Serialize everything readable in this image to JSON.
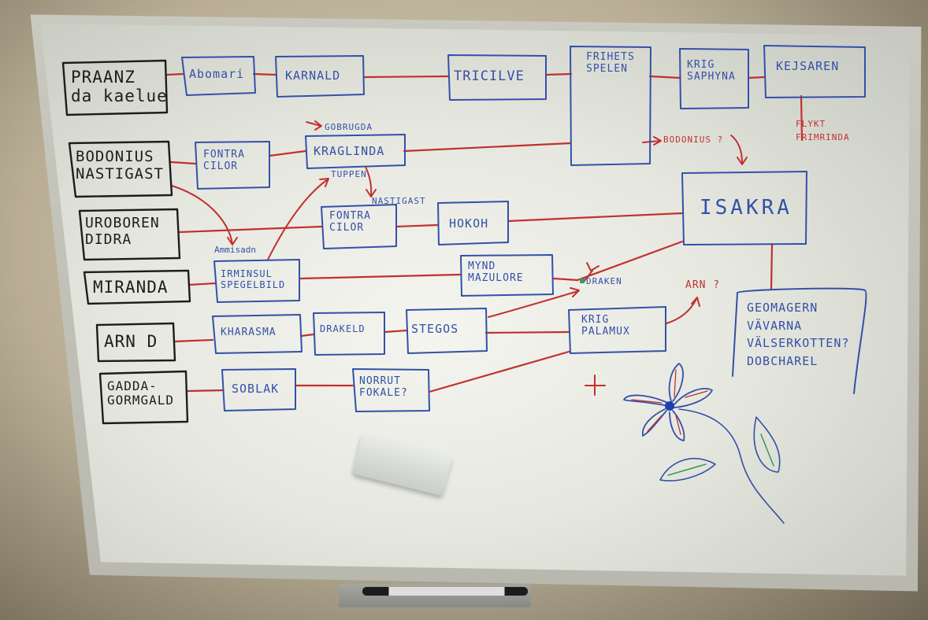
{
  "boxes": {
    "praanz": "PRAANZ\nda kaelue",
    "bodonius": "BODONIUS\nNASTIGAST",
    "uroboren": "UROBOREN\nDIDRA",
    "miranda": "MIRANDA",
    "arnd": "ARN D",
    "gadda": "GADDA-\nGORMGALD",
    "abomari": "Abomari",
    "karnald": "KARNALD",
    "tricilve": "TRICILVE",
    "frihets": "FRIHETS\nSPELEN",
    "krig_saphyna": "KRIG\nSAPHYNA",
    "kejsaren": "KEJSAREN",
    "fontra1": "FONTRA\nCILOR",
    "kraglinda": "KRAGLINDA",
    "fontra2": "FONTRA\nCILOR",
    "hokoh": "HOKOH",
    "isakra": "ISAKRA",
    "irminsul": "IRMINSUL\nSPEGELBILD",
    "mynd": "MYND\nMAZULORE",
    "kharasma": "KHARASMA",
    "drakeld": "DRAKELD",
    "stegos": "STEGOS",
    "krig_palamux": "KRIG\nPALAMUX",
    "soblak": "SOBLAK",
    "norrut": "NORRUT\nFOKALE?",
    "geomagern": "GEOMAGERN\nVÄVARNA\nVÄLSERKOTTEN?\nDOBCHAREL"
  },
  "notes": {
    "gobrugda": "GOBRUGDA",
    "tuppen": "TUPPEN",
    "nastigast": "NASTIGAST",
    "ammisadn": "Ammisadn",
    "bodonius_q": "BODONIUS ?",
    "flykt": "FLYKT\nFRIMRINDA",
    "draken": "DRAKEN",
    "arn_q": "ARN ?",
    "plus": "+"
  },
  "colors": {
    "black_ink": "#1d1d1d",
    "blue_ink": "#3450a8",
    "red_ink": "#c2302f",
    "green_ink": "#3a9c5a"
  }
}
